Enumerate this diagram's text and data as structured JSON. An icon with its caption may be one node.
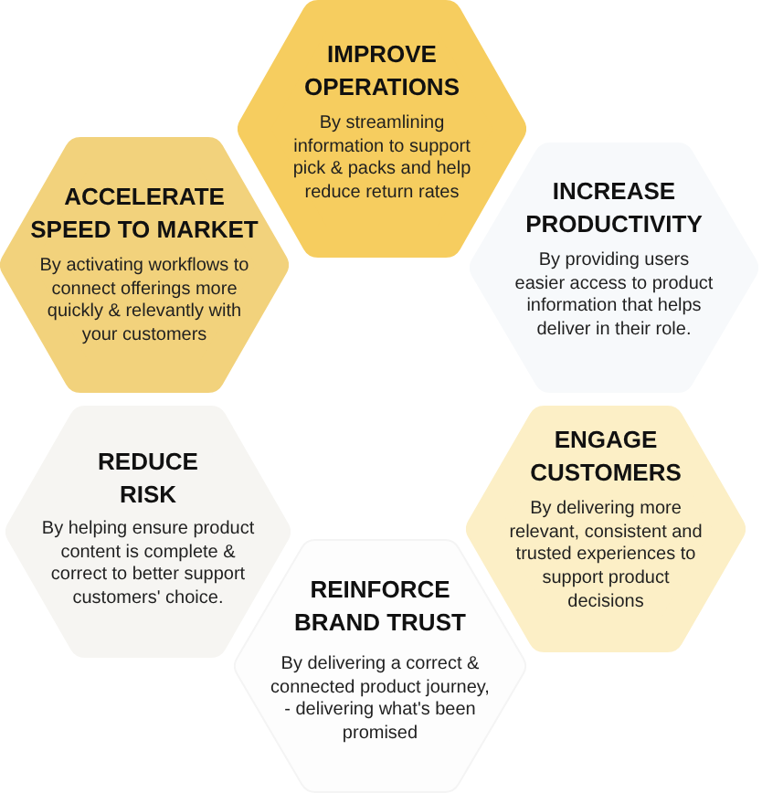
{
  "diagram": {
    "nodes": [
      {
        "text": [
          "IMPROVE OPERATIONS",
          "By streamlining information to support pick & packs and help reduce return rates"
        ]
      },
      {
        "text": [
          "ACCELERATE SPEED TO MARKET",
          "By activating workflows to connect offerings more quickly & relevantly with your customers"
        ]
      },
      {
        "text": [
          "INCREASE PRODUCTIVITY",
          "By providing users easier access to product information that helps deliver in their role."
        ]
      },
      {
        "text": [
          "REDUCE RISK",
          "By helping ensure product content is complete & correct to better support customers' choice."
        ]
      },
      {
        "text": [
          "ENGAGE CUSTOMERS",
          "By delivering more relevant, consistent and trusted experiences to support product decisions"
        ]
      },
      {
        "text": [
          "REINFORCE BRAND TRUST",
          "By delivering a correct & connected product journey, - delivering what's been promised"
        ]
      }
    ]
  }
}
